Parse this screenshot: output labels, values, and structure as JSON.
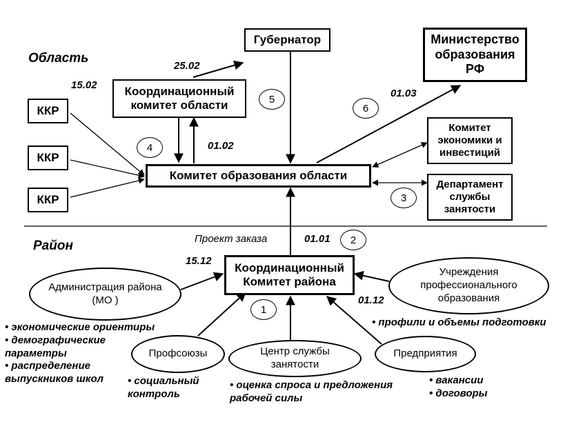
{
  "regions": {
    "oblast": "Область",
    "rayon": "Район"
  },
  "boxes": {
    "governor": "Губернатор",
    "ministry": "Министерство\nобразования\nРФ",
    "coord_oblast": "Координационный\nкомитет области",
    "kkr_1": "ККР",
    "kkr_2": "ККР",
    "kkr_3": "ККР",
    "committee_edu": "Комитет образования области",
    "committee_econ": "Комитет\nэкономики и\nинвестиций",
    "dept_employment": "Департамент\nслужбы\nзанятости",
    "coord_rayon": "Координационный\nКомитет района"
  },
  "ellipses": {
    "admin": "Администрация района\n(МО )",
    "institutions": "Учреждения\nпрофессионального\nобразования",
    "unions": "Профсоюзы",
    "employment_center": "Центр службы\nзанятости",
    "enterprises": "Предприятия"
  },
  "numbers": {
    "n1": "1",
    "n2": "2",
    "n3": "3",
    "n4": "4",
    "n5": "5",
    "n6": "6"
  },
  "labels": {
    "d1502": "15.02",
    "d2502": "25.02",
    "d0102": "01.02",
    "d0103": "01.03",
    "d0101": "01.01",
    "d1512": "15.12",
    "d0112": "01.12",
    "project": "Проект заказа"
  },
  "bullets": {
    "admin": [
      "• экономические ориентиры",
      "• демографические",
      "   параметры",
      "• распределение",
      "   выпускников школ"
    ],
    "institutions": [
      "• профили и объемы подготовки"
    ],
    "unions": [
      "• социальный",
      "   контроль"
    ],
    "employment_center": [
      "• оценка спроса и предложения",
      "   рабочей силы"
    ],
    "enterprises": [
      "• вакансии",
      "• договоры"
    ]
  }
}
